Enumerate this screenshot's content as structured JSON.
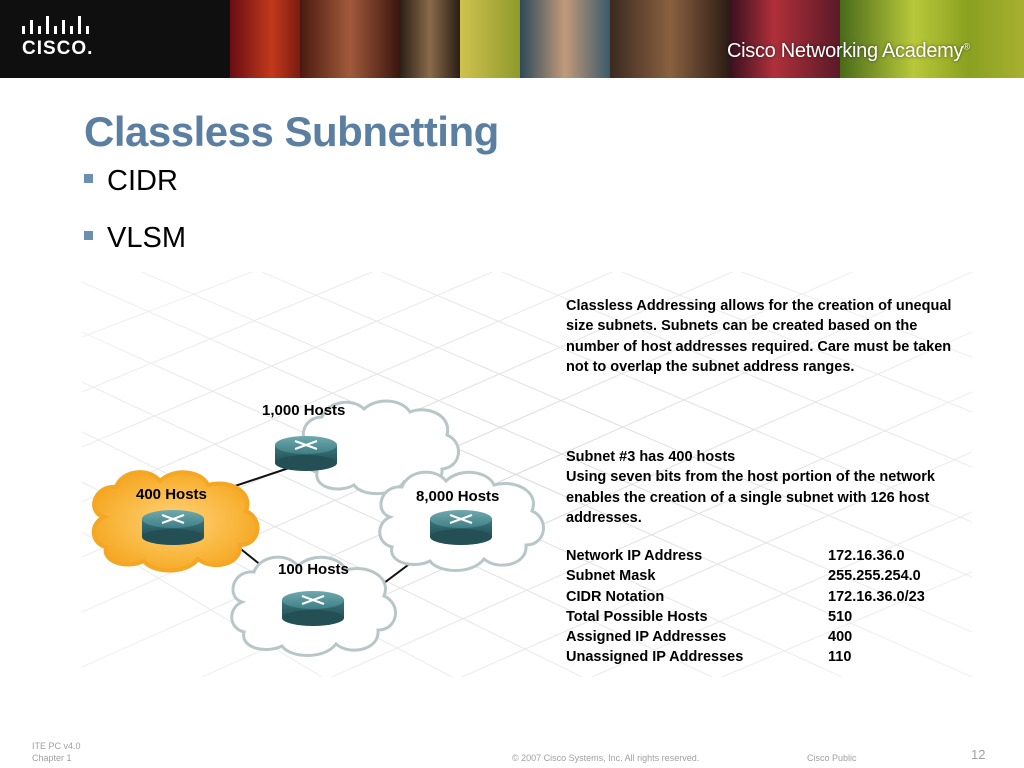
{
  "header": {
    "logo_word": "CISCO.",
    "academy_title": "Cisco Networking Academy",
    "academy_mark": "®"
  },
  "slide": {
    "title": "Classless Subnetting",
    "bullets": [
      "CIDR",
      "VLSM"
    ]
  },
  "figure": {
    "clouds": [
      {
        "label": "1,000 Hosts",
        "highlighted": false,
        "icon": "router-icon"
      },
      {
        "label": "400 Hosts",
        "highlighted": true,
        "icon": "router-icon"
      },
      {
        "label": "8,000 Hosts",
        "highlighted": false,
        "icon": "router-icon"
      },
      {
        "label": "100 Hosts",
        "highlighted": false,
        "icon": "router-icon"
      }
    ],
    "highlight_color": "#f5a623",
    "cloud_color": "#ffffff",
    "router_color": "#3f7f86"
  },
  "description": {
    "paragraph_1": "Classless Addressing allows for the creation of unequal size subnets.  Subnets can be created based on the number of host addresses required. Care must be taken not to overlap the subnet address ranges.",
    "paragraph_2_line_1": "Subnet #3 has 400 hosts",
    "paragraph_2_line_2": "Using seven bits from the host portion of the network enables the creation of a single subnet with 126 host addresses."
  },
  "table": {
    "rows": [
      {
        "key": "Network IP Address",
        "value": "172.16.36.0"
      },
      {
        "key": "Subnet Mask",
        "value": "255.255.254.0"
      },
      {
        "key": "CIDR Notation",
        "value": "172.16.36.0/23"
      },
      {
        "key": "Total Possible Hosts",
        "value": "510"
      },
      {
        "key": "Assigned IP Addresses",
        "value": "400"
      },
      {
        "key": "Unassigned IP Addresses",
        "value": "110"
      }
    ]
  },
  "footer": {
    "course": "ITE PC v4.0",
    "chapter": "Chapter 1",
    "copyright": "© 2007 Cisco Systems, Inc. All rights reserved.",
    "classification": "Cisco Public",
    "page_number": "12"
  },
  "colors": {
    "title": "#5a7fa0",
    "bullet": "#6b8fae",
    "footer_text": "#a0a0a0"
  }
}
